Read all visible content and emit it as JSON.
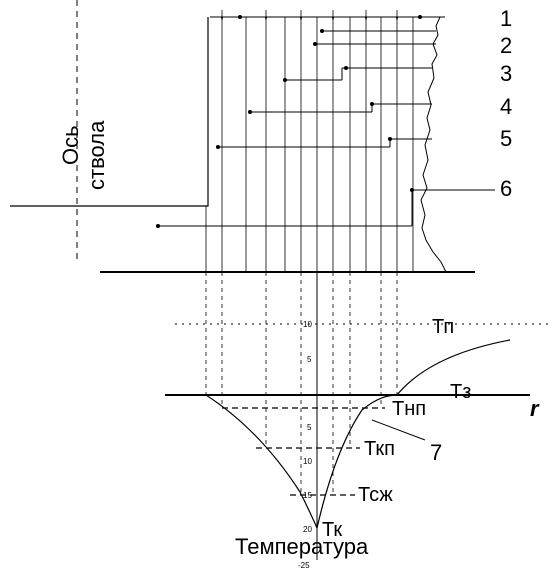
{
  "diagram": {
    "shaft_axis_label_line1": "Ось",
    "shaft_axis_label_line2": "ствола",
    "layer_numbers": [
      "1",
      "2",
      "3",
      "4",
      "5",
      "6"
    ],
    "curve_number": "7",
    "axis_r_label": "r",
    "temperature_label": "Температура",
    "temperature_labels": {
      "tp": "Тп",
      "tz": "Тз",
      "tnp": "Тнп",
      "tkp": "Ткп",
      "tszh": "Тсж",
      "tk": "Тк"
    },
    "temperature_ticks": [
      "10",
      "5",
      "5",
      "10",
      "15",
      "20",
      "-25"
    ]
  }
}
